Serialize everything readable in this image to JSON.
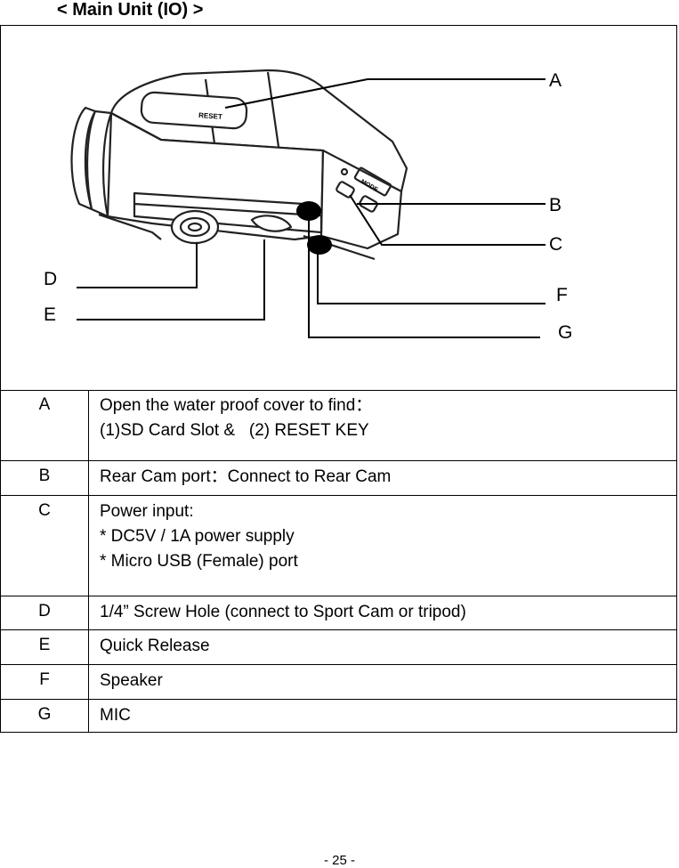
{
  "heading": "< Main Unit (IO) >",
  "figure": {
    "device_labels": {
      "reset": "RESET",
      "mode": "MODE"
    },
    "callouts": [
      "A",
      "B",
      "C",
      "D",
      "E",
      "F",
      "G"
    ]
  },
  "rows": [
    {
      "key": "A",
      "lines": [
        "Open the water proof cover to find：",
        "(1)SD Card Slot &   (2) RESET KEY"
      ]
    },
    {
      "key": "B",
      "lines": [
        "Rear Cam port：Connect to Rear Cam"
      ]
    },
    {
      "key": "C",
      "lines": [
        "Power input:",
        "* DC5V / 1A power supply",
        "* Micro USB (Female) port"
      ]
    },
    {
      "key": "D",
      "lines": [
        "1/4” Screw Hole (connect to Sport Cam or tripod)"
      ]
    },
    {
      "key": "E",
      "lines": [
        "Quick Release"
      ]
    },
    {
      "key": "F",
      "lines": [
        "Speaker"
      ]
    },
    {
      "key": "G",
      "lines": [
        "MIC"
      ]
    }
  ],
  "footer": "- 25 -"
}
